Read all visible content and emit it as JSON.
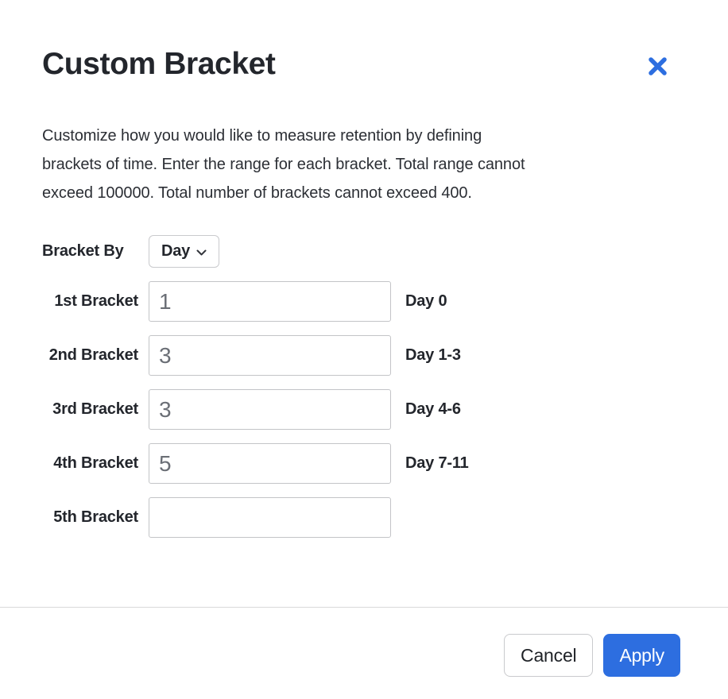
{
  "modal": {
    "title": "Custom Bracket",
    "description_lines": [
      "Customize how you would like to measure retention by defining",
      "brackets of time. Enter the range for each bracket. Total range cannot",
      "exceed 100000. Total number of brackets cannot exceed 400."
    ],
    "bracket_by": {
      "label": "Bracket By",
      "selected": "Day"
    },
    "rows": [
      {
        "label": "1st Bracket",
        "value": "1",
        "hint": "Day 0"
      },
      {
        "label": "2nd Bracket",
        "value": "3",
        "hint": "Day 1-3"
      },
      {
        "label": "3rd Bracket",
        "value": "3",
        "hint": "Day 4-6"
      },
      {
        "label": "4th Bracket",
        "value": "5",
        "hint": "Day 7-11"
      },
      {
        "label": "5th Bracket",
        "value": "",
        "hint": ""
      }
    ],
    "footer": {
      "cancel_label": "Cancel",
      "apply_label": "Apply"
    },
    "colors": {
      "accent_blue": "#2d6ee0",
      "text_dark": "#23262c",
      "input_text_gray": "#6b6f76"
    }
  }
}
